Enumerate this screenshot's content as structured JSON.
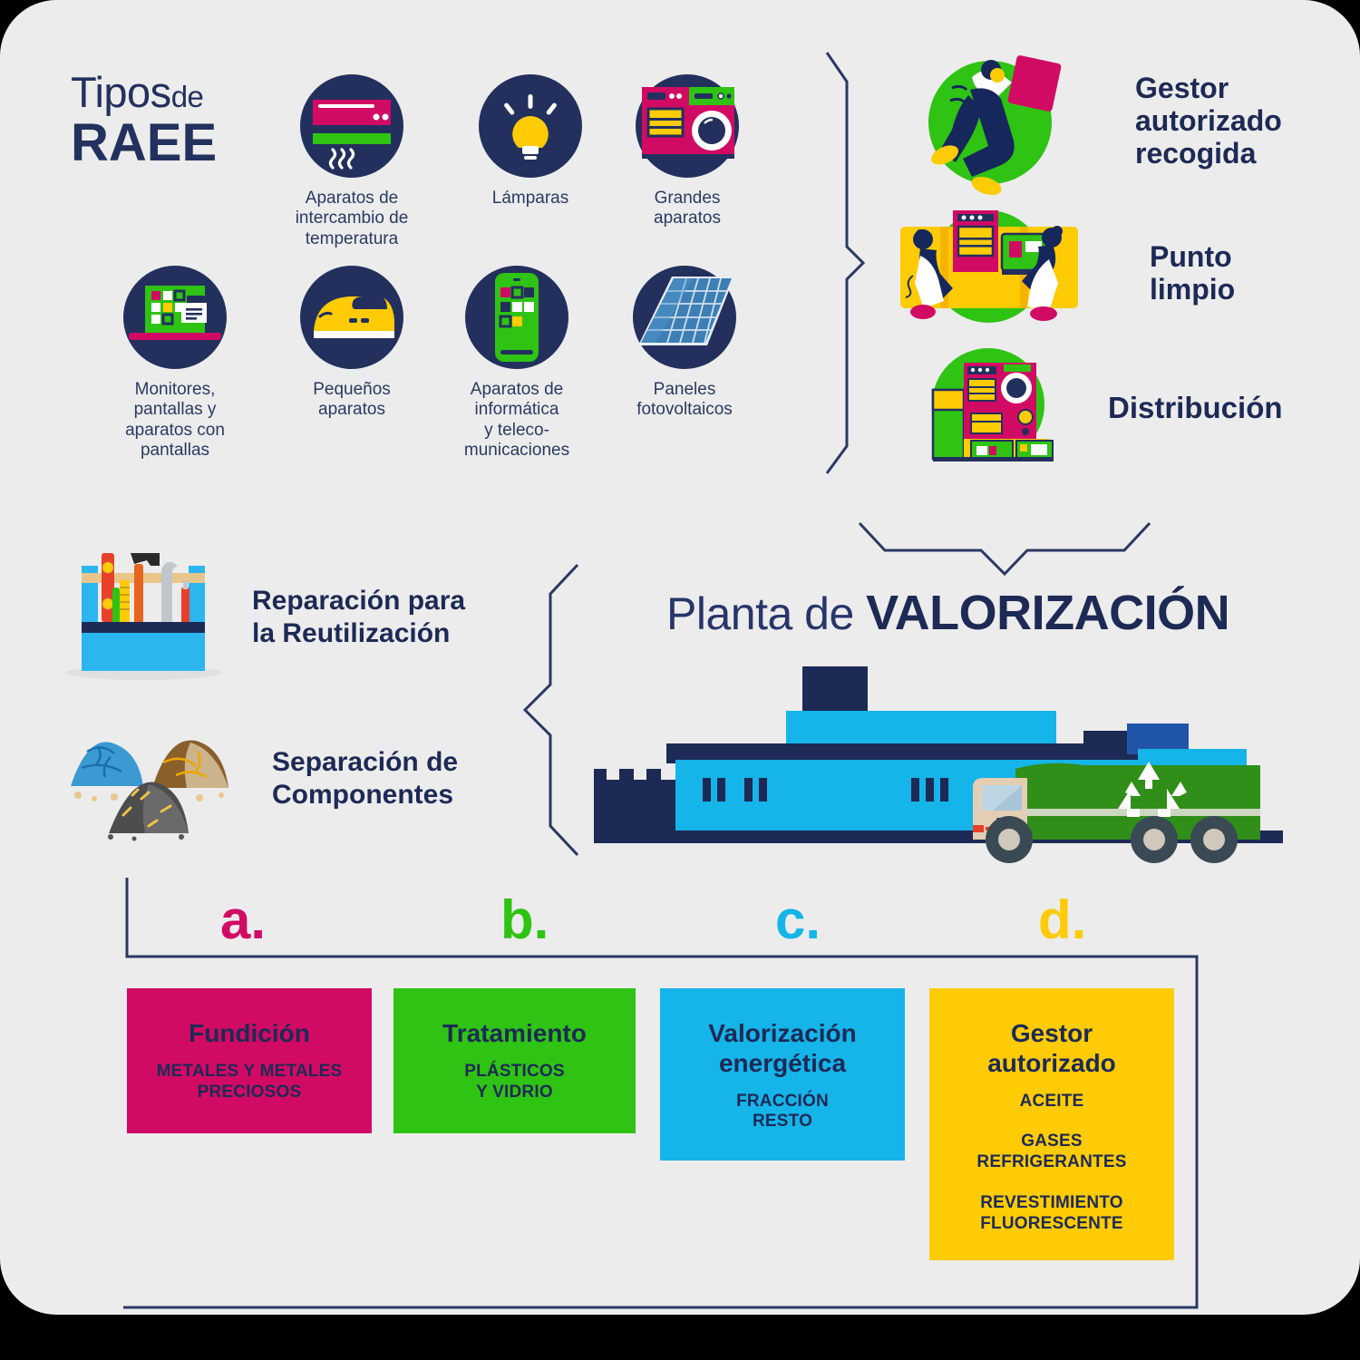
{
  "card": {
    "background": "#ececec"
  },
  "title": {
    "line1_main": "Tipos",
    "line1_small": "de",
    "line2": "RAEE"
  },
  "raee_types": [
    {
      "label": "Aparatos de\nintercambio de\ntemperatura",
      "icon": "air-conditioner-icon"
    },
    {
      "label": "Lámparas",
      "icon": "lightbulb-icon"
    },
    {
      "label": "Grandes\naparatos",
      "icon": "large-appliances-icon"
    },
    {
      "label": "Monitores,\npantallas y\naparatos con\npantallas",
      "icon": "laptop-screen-icon"
    },
    {
      "label": "Pequeños\naparatos",
      "icon": "iron-icon"
    },
    {
      "label": "Aparatos de\ninformática\ny teleco-\nmunicaciones",
      "icon": "smartphone-icon"
    },
    {
      "label": "Paneles\nfotovoltaicos",
      "icon": "solar-panel-icon"
    }
  ],
  "collection_channels": [
    {
      "label": "Gestor\nautorizado\nrecogida",
      "icon": "person-carrying-waste-icon"
    },
    {
      "label": "Punto\nlimpio",
      "icon": "recycling-point-icon"
    },
    {
      "label": "Distribución",
      "icon": "appliance-store-icon"
    }
  ],
  "plant": {
    "title_light": "Planta de ",
    "title_bold": "VALORIZACIÓN",
    "icon": "plant-and-truck-icon"
  },
  "plant_outputs": [
    {
      "label": "Reparación para\nla Reutilización",
      "icon": "toolbox-icon"
    },
    {
      "label": "Separación de\nComponentes",
      "icon": "material-piles-icon"
    }
  ],
  "streams": [
    {
      "letter": "a.",
      "letter_color": "#d10a64",
      "box_color": "#d10a64",
      "heading": "Fundición",
      "sublines": [
        "METALES Y METALES\nPRECIOSOS"
      ]
    },
    {
      "letter": "b.",
      "letter_color": "#2fc314",
      "box_color": "#2fc314",
      "heading": "Tratamiento",
      "sublines": [
        "PLÁSTICOS\nY VIDRIO"
      ]
    },
    {
      "letter": "c.",
      "letter_color": "#15b4e9",
      "box_color": "#15b4e9",
      "heading": "Valorización\nenergética",
      "sublines": [
        "FRACCIÓN\nRESTO"
      ]
    },
    {
      "letter": "d.",
      "letter_color": "#ffcb05",
      "box_color": "#ffcb05",
      "heading": "Gestor\nautorizado",
      "sublines": [
        "ACEITE",
        "GASES\nREFRIGERANTES",
        "REVESTIMIENTO\nFLUORESCENTE"
      ]
    }
  ],
  "palette": {
    "navy": "#1d2a55",
    "magenta": "#d10a64",
    "green": "#2fc314",
    "blue": "#15b4e9",
    "yellow": "#ffcb05",
    "text_navy": "#2a3a63"
  }
}
